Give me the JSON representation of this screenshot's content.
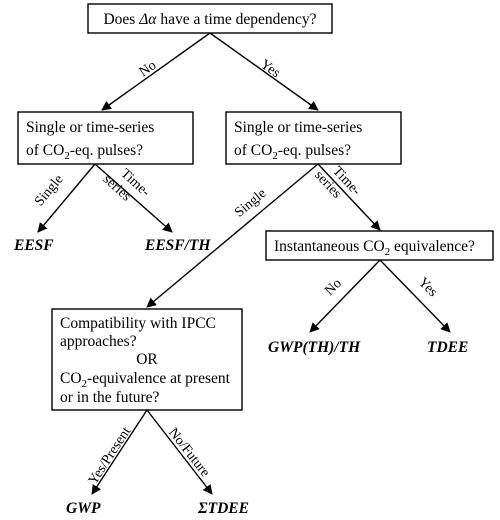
{
  "root": {
    "pre": "Does ",
    "symbol": "Δα",
    "post": " have a time dependency?"
  },
  "edges": {
    "root_no": "No",
    "root_yes": "Yes",
    "left_single": "Single",
    "left_series_1": "Time-",
    "left_series_2": "series",
    "right_single": "Single",
    "right_series_1": "Time-",
    "right_series_2": "series",
    "inst_no": "No",
    "inst_yes": "Yes",
    "compat_yes": "Yes/Present",
    "compat_no": "No/Future"
  },
  "pulses_question": {
    "line1": "Single or time-series",
    "line2_pre": "of CO",
    "line2_sub": "2",
    "line2_post": "-eq. pulses?"
  },
  "instantaneous_question": {
    "pre": "Instantaneous CO",
    "sub": "2",
    "post": " equivalence?"
  },
  "compatibility_question": {
    "line1": "Compatibility with IPCC",
    "line2": "approaches?",
    "line3": "OR",
    "line4_pre": "CO",
    "line4_sub": "2",
    "line4_post": "-equivalence at present",
    "line5": "or in the future?"
  },
  "leaves": {
    "eesf": "EESF",
    "eesf_th": "EESF/TH",
    "gwp_th": "GWP(TH)/TH",
    "tdee": "TDEE",
    "gwp": "GWP",
    "sigma_tdee": "ΣTDEE"
  }
}
